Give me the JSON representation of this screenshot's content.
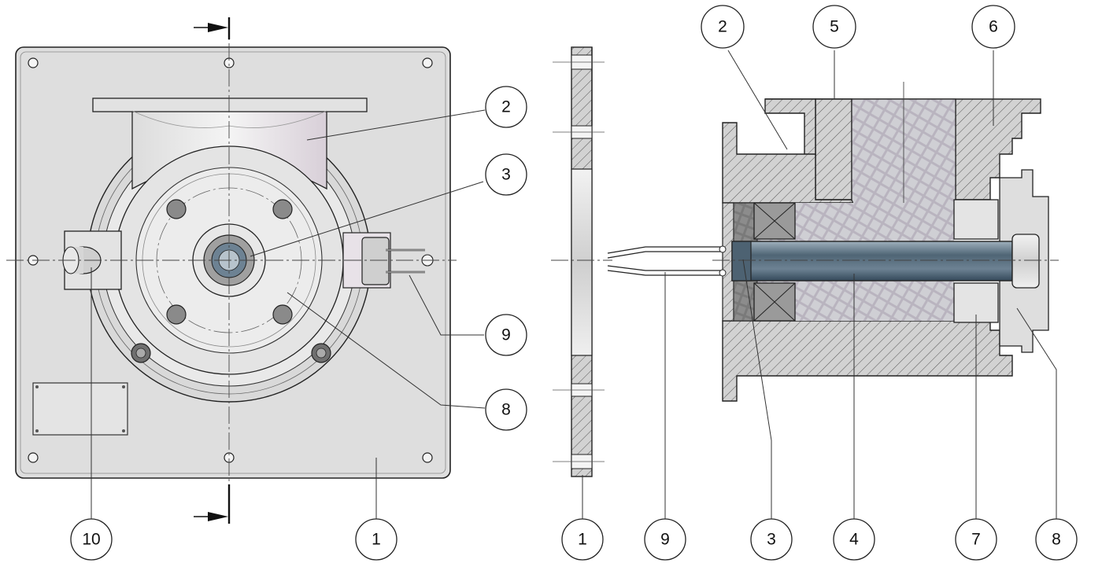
{
  "balloons": {
    "front": {
      "b2": "2",
      "b3": "3",
      "b9": "9",
      "b8": "8",
      "b10": "10",
      "b1": "1"
    },
    "side": {
      "b1": "1",
      "b9": "9"
    },
    "section": {
      "top2": "2",
      "top5": "5",
      "top6": "6",
      "b3": "3",
      "b4": "4",
      "b7": "7",
      "b8": "8"
    }
  },
  "colors": {
    "plate": "#dcdcdc",
    "hatch": "#555555",
    "shaft": "#6f8494",
    "heater": "#e6e0e6",
    "line": "#222222"
  }
}
